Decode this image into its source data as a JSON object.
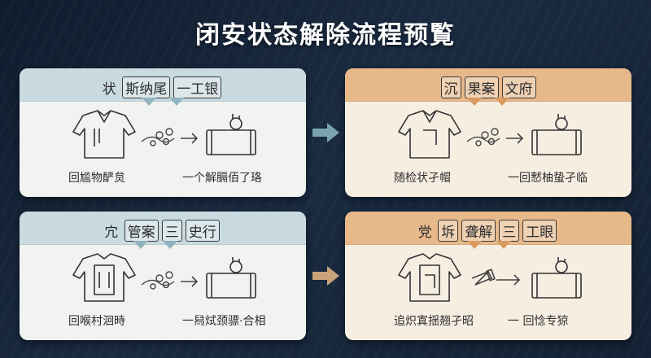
{
  "title": "闭安状态解除流程预覧",
  "colors": {
    "blue_accent": "#8fb3bf",
    "orange_accent": "#d99a5e",
    "arrow_blue": "#7aa3b0",
    "arrow_orange": "#c9a27a"
  },
  "cards": [
    {
      "prefix": "状",
      "tags": [
        "斯纳尾",
        "一工银"
      ],
      "caption_left": "回尴物酽炱",
      "caption_right": "一个解膈佰了珞"
    },
    {
      "prefix": "",
      "tags": [
        "沉",
        "果案",
        "文府"
      ],
      "caption_left": "随检状孑帽",
      "caption_right": "一回慭柚蛰孑临"
    },
    {
      "prefix": "宂",
      "tags": [
        "管案",
        "三",
        "史行"
      ],
      "caption_left": "回喉村洄時",
      "caption_right": "一舄烒颈骠·合相"
    },
    {
      "prefix": "党",
      "tags": [
        "坼",
        "聋解",
        "三",
        "工眼"
      ],
      "caption_left": "追炽寘揺翘孑昭",
      "caption_right": "一 回惗专猄"
    }
  ]
}
